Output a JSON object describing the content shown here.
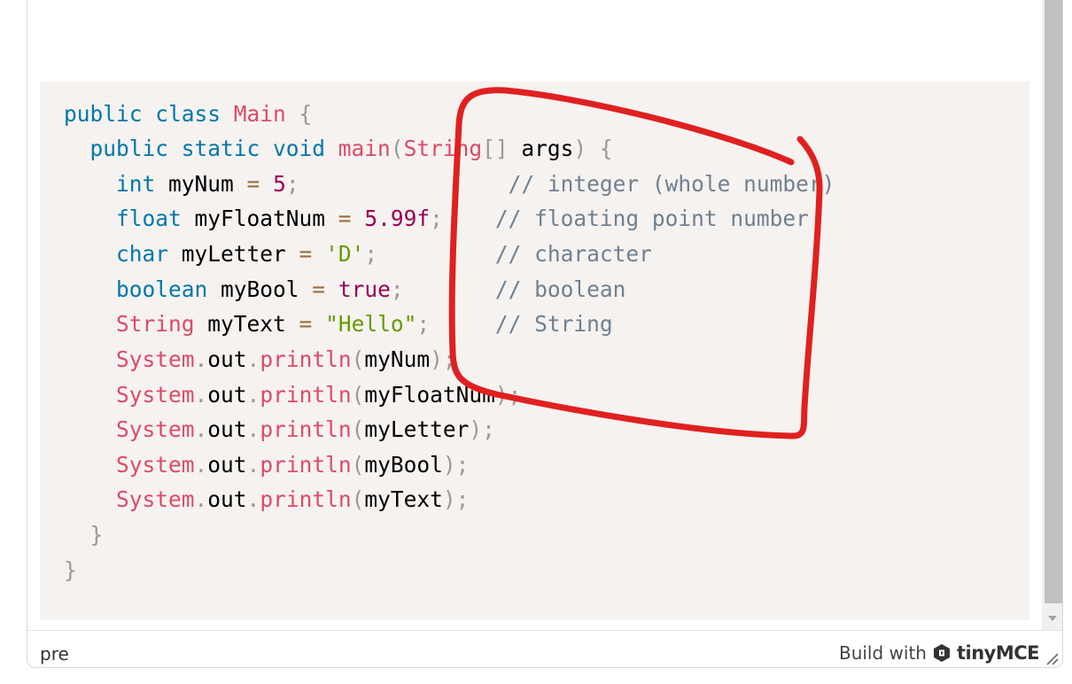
{
  "code": {
    "lines": [
      [
        [
          "public ",
          "kw"
        ],
        [
          "class ",
          "kw"
        ],
        [
          "Main",
          "fn"
        ],
        [
          " {",
          "pn"
        ]
      ],
      [
        [
          "  public ",
          "kw"
        ],
        [
          "static ",
          "kw"
        ],
        [
          "void ",
          "kw"
        ],
        [
          "main",
          "fn"
        ],
        [
          "(",
          "pn"
        ],
        [
          "String",
          "fn"
        ],
        [
          "[]",
          "pn"
        ],
        [
          " args",
          "var"
        ],
        [
          ")",
          "pn"
        ],
        [
          " {",
          "pn"
        ]
      ],
      [
        [
          "    int ",
          "kw"
        ],
        [
          "myNum ",
          "var"
        ],
        [
          "=",
          "op"
        ],
        [
          " ",
          "var"
        ],
        [
          "5",
          "num"
        ],
        [
          ";",
          "pn"
        ],
        [
          "                ",
          "var"
        ],
        [
          "// integer (whole number)",
          "cm"
        ]
      ],
      [
        [
          "    float ",
          "kw"
        ],
        [
          "myFloatNum ",
          "var"
        ],
        [
          "=",
          "op"
        ],
        [
          " ",
          "var"
        ],
        [
          "5.99f",
          "num"
        ],
        [
          ";",
          "pn"
        ],
        [
          "    ",
          "var"
        ],
        [
          "// floating point number",
          "cm"
        ]
      ],
      [
        [
          "    char ",
          "kw"
        ],
        [
          "myLetter ",
          "var"
        ],
        [
          "=",
          "op"
        ],
        [
          " ",
          "var"
        ],
        [
          "'D'",
          "str"
        ],
        [
          ";",
          "pn"
        ],
        [
          "         ",
          "var"
        ],
        [
          "// character",
          "cm"
        ]
      ],
      [
        [
          "    boolean ",
          "kw"
        ],
        [
          "myBool ",
          "var"
        ],
        [
          "=",
          "op"
        ],
        [
          " ",
          "var"
        ],
        [
          "true",
          "num"
        ],
        [
          ";",
          "pn"
        ],
        [
          "       ",
          "var"
        ],
        [
          "// boolean",
          "cm"
        ]
      ],
      [
        [
          "    String ",
          "fn"
        ],
        [
          "myText ",
          "var"
        ],
        [
          "=",
          "op"
        ],
        [
          " ",
          "var"
        ],
        [
          "\"Hello\"",
          "str"
        ],
        [
          ";",
          "pn"
        ],
        [
          "     ",
          "var"
        ],
        [
          "// String",
          "cm"
        ]
      ],
      [
        [
          "    System",
          "fn"
        ],
        [
          ".",
          "pn"
        ],
        [
          "out",
          "var"
        ],
        [
          ".",
          "pn"
        ],
        [
          "println",
          "fn"
        ],
        [
          "(",
          "pn"
        ],
        [
          "myNum",
          "var"
        ],
        [
          ");",
          "pn"
        ]
      ],
      [
        [
          "    System",
          "fn"
        ],
        [
          ".",
          "pn"
        ],
        [
          "out",
          "var"
        ],
        [
          ".",
          "pn"
        ],
        [
          "println",
          "fn"
        ],
        [
          "(",
          "pn"
        ],
        [
          "myFloatNum",
          "var"
        ],
        [
          ");",
          "pn"
        ]
      ],
      [
        [
          "    System",
          "fn"
        ],
        [
          ".",
          "pn"
        ],
        [
          "out",
          "var"
        ],
        [
          ".",
          "pn"
        ],
        [
          "println",
          "fn"
        ],
        [
          "(",
          "pn"
        ],
        [
          "myLetter",
          "var"
        ],
        [
          ");",
          "pn"
        ]
      ],
      [
        [
          "    System",
          "fn"
        ],
        [
          ".",
          "pn"
        ],
        [
          "out",
          "var"
        ],
        [
          ".",
          "pn"
        ],
        [
          "println",
          "fn"
        ],
        [
          "(",
          "pn"
        ],
        [
          "myBool",
          "var"
        ],
        [
          ");",
          "pn"
        ]
      ],
      [
        [
          "    System",
          "fn"
        ],
        [
          ".",
          "pn"
        ],
        [
          "out",
          "var"
        ],
        [
          ".",
          "pn"
        ],
        [
          "println",
          "fn"
        ],
        [
          "(",
          "pn"
        ],
        [
          "myText",
          "var"
        ],
        [
          ");",
          "pn"
        ]
      ],
      [
        [
          "  }",
          "pn"
        ]
      ],
      [
        [
          "}",
          "pn"
        ]
      ]
    ]
  },
  "statusbar": {
    "path": "pre",
    "build_with": "Build with",
    "brand": "tinyMCE"
  },
  "colors": {
    "code_background": "#f5f2f0",
    "annotation_stroke": "#e02020"
  },
  "icons": {
    "logo": "tinymce-logo-icon",
    "resize": "resize-handle-icon",
    "scroll_down": "scroll-down-arrow-icon"
  }
}
